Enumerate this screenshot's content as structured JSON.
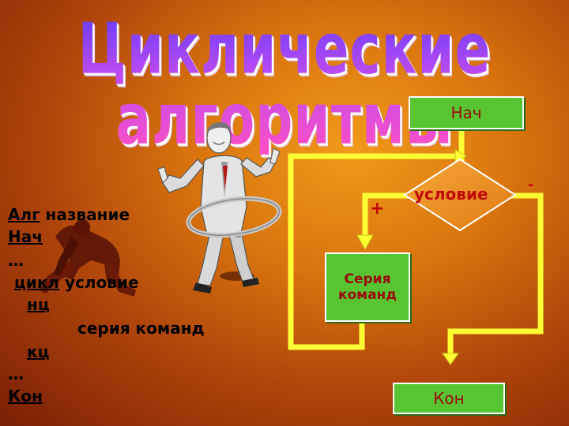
{
  "title": "Циклические алгоритмы",
  "algorithm": {
    "line1_kw": "Алг",
    "line1_rest": " название",
    "line2": "Нач",
    "line3": "…",
    "line4_kw": "цикл",
    "line4_rest": " условие",
    "line5": "нц",
    "line6": "серия команд",
    "line7": "кц",
    "line8": "…",
    "line9": "Кон"
  },
  "flowchart": {
    "start_label": "Нач",
    "condition_label": "условие",
    "plus_label": "+",
    "minus_label": "-",
    "body_line1": "Серия",
    "body_line2": "команд",
    "end_label": "Кон"
  },
  "colors": {
    "background_center": "#f19a1a",
    "background_edge": "#7a1f06",
    "box_fill": "#58c432",
    "arrow": "#ffff33",
    "text_red": "#c00a0a"
  },
  "illustration": "man-with-hula-hoop and kneeling-runner clipart"
}
